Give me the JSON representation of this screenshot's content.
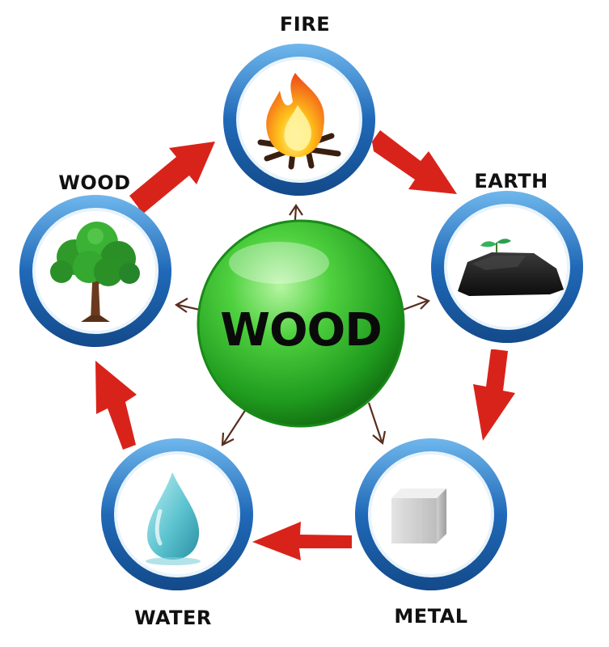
{
  "center": {
    "label": "WOOD",
    "color": "#2fb52a"
  },
  "nodes": {
    "fire": {
      "label": "FIRE",
      "icon": "flame-icon"
    },
    "earth": {
      "label": "EARTH",
      "icon": "rock-icon"
    },
    "metal": {
      "label": "METAL",
      "icon": "metal-block-icon"
    },
    "water": {
      "label": "WATER",
      "icon": "water-drop-icon"
    },
    "wood": {
      "label": "WOOD",
      "icon": "tree-icon"
    }
  },
  "colors": {
    "ring_outer": "#1f5fa8",
    "ring_inner": "#4a9ad9",
    "arrow": "#d8231b",
    "connector": "#5a2d1e"
  }
}
